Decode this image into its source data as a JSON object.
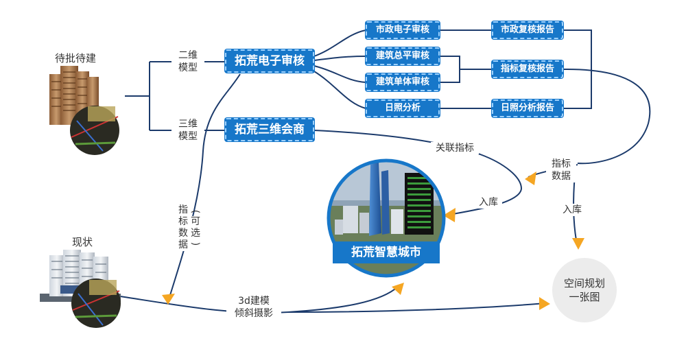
{
  "left": {
    "pending_label": "待批待建",
    "current_label": "现状"
  },
  "models": {
    "two_d": "二维\n模型",
    "three_d": "三维\n模型"
  },
  "boxes": {
    "review": "拓荒电子审核",
    "meeting": "拓荒三维会商",
    "city": "拓荒智慧城市"
  },
  "small_boxes": {
    "municipal": "市政电子审核",
    "total_plan": "建筑总平审核",
    "single_building": "建筑单体审核",
    "sunlight": "日照分析"
  },
  "reports": {
    "municipal": "市政复核报告",
    "indicator": "指标复核报告",
    "sunlight": "日照分析报告"
  },
  "edges": {
    "link_indicator": "关联指标",
    "indicator_data": "指标\n数据",
    "import1": "入库",
    "import2": "入库",
    "oblique": "3d建模\n倾斜摄影",
    "optional_indicator_chars": [
      "指",
      "标",
      "数",
      "据"
    ],
    "optional_chars": [
      "可",
      "选"
    ],
    "paren_open": "(",
    "paren_close": ")"
  },
  "result": {
    "line1": "空间规划",
    "line2": "一张图"
  },
  "colors": {
    "box_blue": "#1777c9",
    "line_navy": "#1b3a6b",
    "arrow_orange": "#f5a623"
  }
}
